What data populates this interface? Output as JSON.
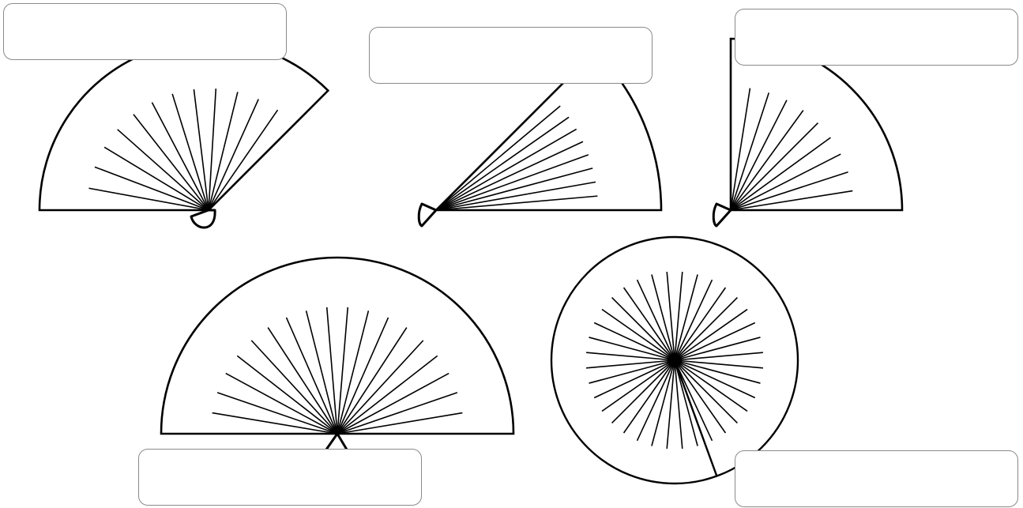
{
  "fans": [
    {
      "id": "fan-1",
      "opening_degrees": 135,
      "ribs": 12,
      "answer": ""
    },
    {
      "id": "fan-2",
      "opening_degrees": 45,
      "ribs": 8,
      "answer": ""
    },
    {
      "id": "fan-3",
      "opening_degrees": 90,
      "ribs": 9,
      "answer": ""
    },
    {
      "id": "fan-4",
      "opening_degrees": 180,
      "ribs": 18,
      "answer": ""
    },
    {
      "id": "fan-5",
      "opening_degrees": 360,
      "ribs": 36,
      "answer": ""
    }
  ],
  "colors": {
    "stroke": "#000000",
    "box_border": "#8a8a8a",
    "background": "#ffffff"
  }
}
